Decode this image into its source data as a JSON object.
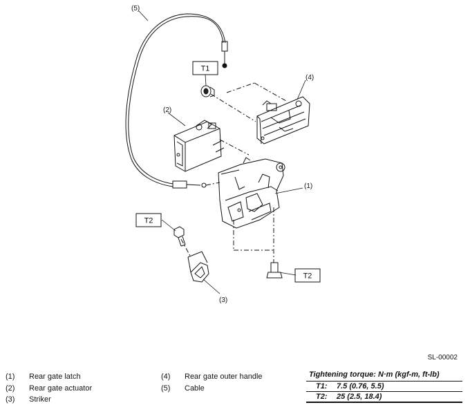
{
  "callouts": {
    "c1": "(1)",
    "c2": "(2)",
    "c3": "(3)",
    "c4": "(4)",
    "c5": "(5)"
  },
  "torque_boxes": {
    "t1": "T1",
    "t2_upper": "T2",
    "t2_lower": "T2"
  },
  "figure_id": "SL-00002",
  "legend": {
    "left": [
      {
        "num": "(1)",
        "label": "Rear gate latch"
      },
      {
        "num": "(2)",
        "label": "Rear gate actuator"
      },
      {
        "num": "(3)",
        "label": "Striker"
      }
    ],
    "mid": [
      {
        "num": "(4)",
        "label": "Rear gate outer handle"
      },
      {
        "num": "(5)",
        "label": "Cable"
      }
    ]
  },
  "torque_table": {
    "header": "Tightening torque: N·m (kgf-m, ft-lb)",
    "rows": [
      {
        "key": "T1:",
        "value": "7.5 (0.76, 5.5)"
      },
      {
        "key": "T2:",
        "value": "25 (2.5, 18.4)"
      }
    ]
  }
}
